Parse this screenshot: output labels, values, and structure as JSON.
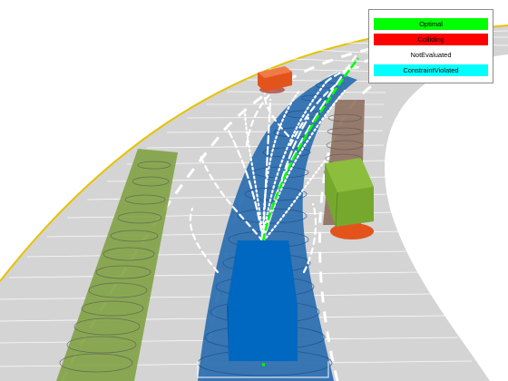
{
  "legend": {
    "items": [
      {
        "label": "Optimal",
        "color": "#00ff00"
      },
      {
        "label": "Colliding",
        "color": "#ff0000"
      },
      {
        "label": "NotEvaluated",
        "color": "#ffffff"
      },
      {
        "label": "ConstraintViolated",
        "color": "#00ffff"
      }
    ]
  },
  "colors": {
    "road": "#d4d4d4",
    "lane_marking": "#ffffff",
    "road_edge": "#e6c200",
    "ego_vehicle": "#0068c0",
    "ego_tube": "#2a6db0",
    "ego_tube_edge": "#1c4f86",
    "lead_vehicle": "#e3541c",
    "side_vehicle": "#76a82e",
    "side_vehicle_base": "#e3541c",
    "left_tube": "#7ea040",
    "right_tube": "#8a6a58",
    "tube_outline": "#555555",
    "optimal_path": "#00ff00",
    "candidate_path": "#ffffff"
  }
}
